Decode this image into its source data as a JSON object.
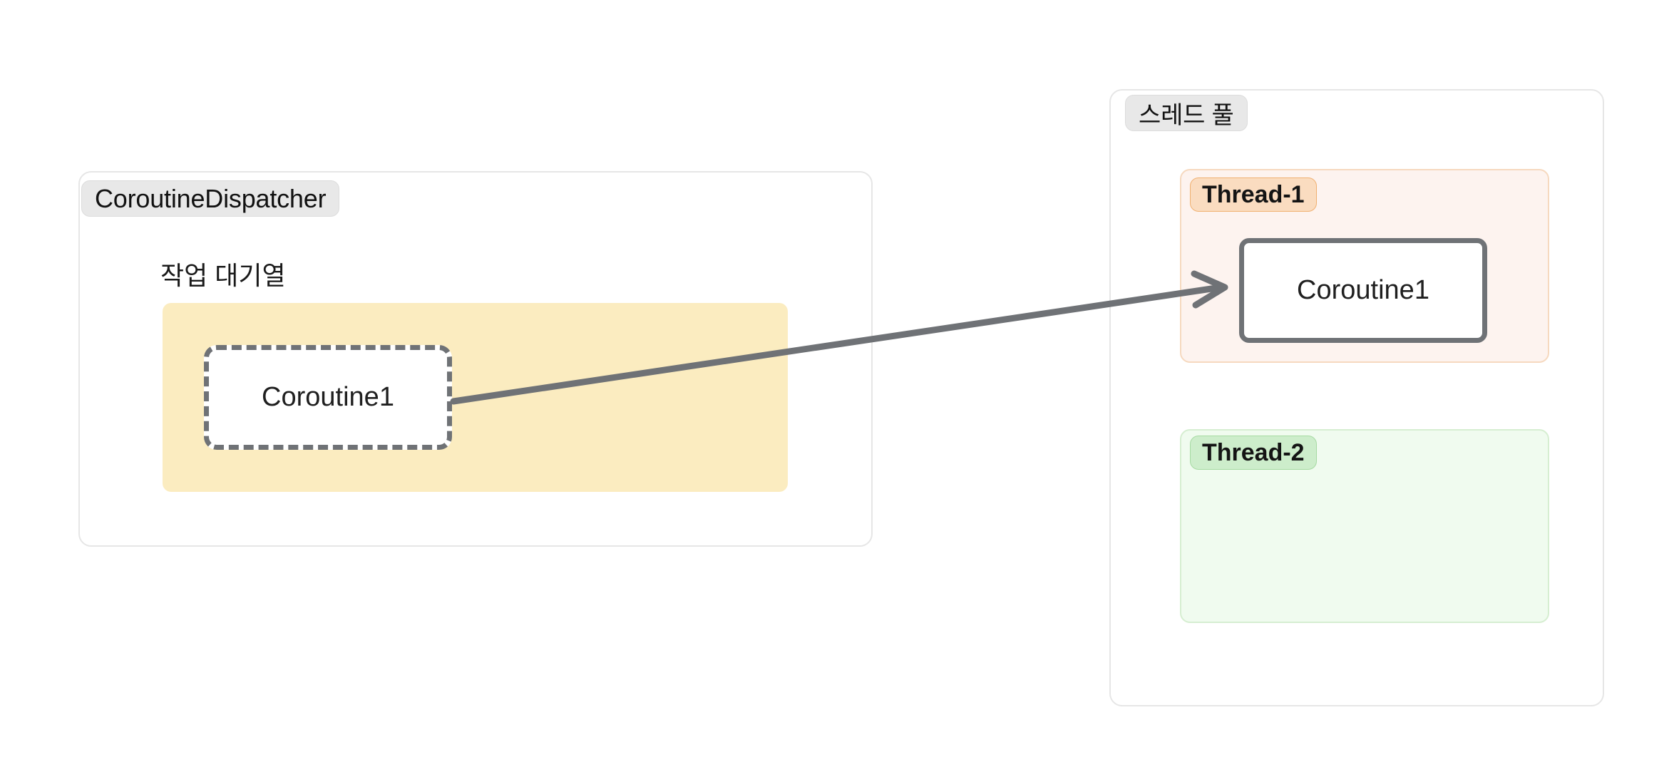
{
  "diagram": {
    "title_not_shown": "",
    "background_color": "#ffffff",
    "accent_colors": {
      "queue_fill": "#fbecc0",
      "thread1_fill": "#fdf3ef",
      "thread1_border": "#f6d9bf",
      "thread1_pill": "#fadcc0",
      "thread2_fill": "#f0fbef",
      "thread2_border": "#d6eed1",
      "thread2_pill": "#cdedcb",
      "group_pill": "#e8e8e8",
      "stroke_gray": "#6f7276",
      "panel_border": "#e6e6e6"
    }
  },
  "dispatcher": {
    "group_label": "CoroutineDispatcher",
    "queue_label": "작업 대기열",
    "queued_coroutine": "Coroutine1"
  },
  "thread_pool": {
    "group_label": "스레드 풀",
    "threads": [
      {
        "name": "Thread-1",
        "running_coroutine": "Coroutine1",
        "empty": false
      },
      {
        "name": "Thread-2",
        "running_coroutine": "",
        "empty": true
      }
    ]
  },
  "arrow": {
    "name": "dispatch-arrow",
    "from": "queued-coroutine-card",
    "to": "thread-1-coroutine-card",
    "color": "#6f7276",
    "style": "solid-open-head"
  }
}
